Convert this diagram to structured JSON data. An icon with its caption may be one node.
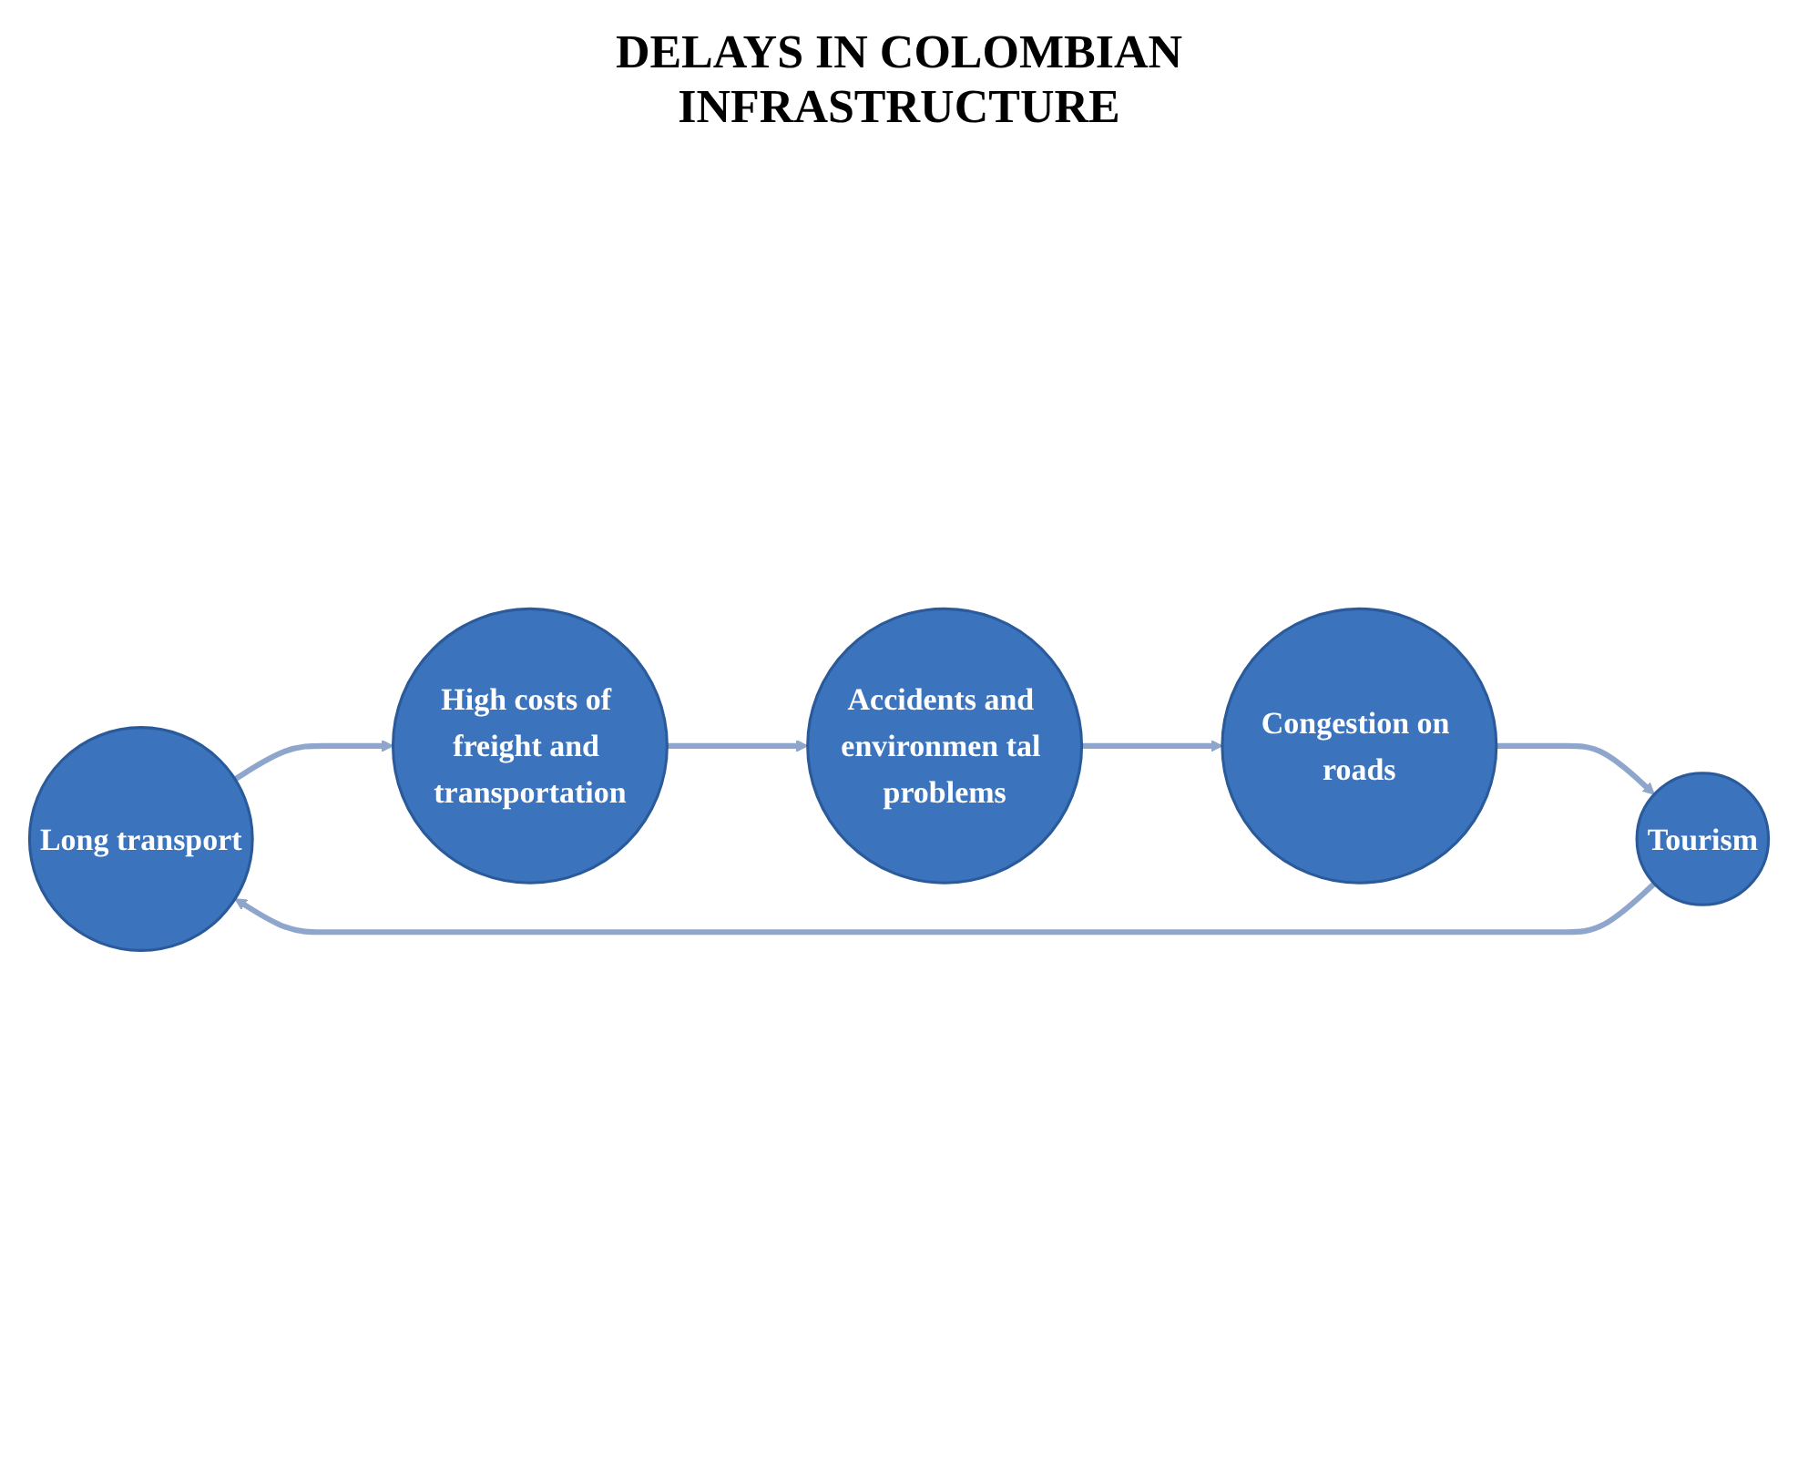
{
  "diagram": {
    "title": "DELAYS IN COLOMBIAN INFRASTRUCTURE",
    "nodes": [
      {
        "text": [
          "Long transport"
        ]
      },
      {
        "text": [
          "High costs of freight and transportation"
        ]
      },
      {
        "text": [
          "Accidents and environmen tal problems"
        ]
      },
      {
        "text": [
          "Congestion on roads"
        ]
      },
      {
        "text": [
          "Tourism"
        ]
      }
    ],
    "edges": [
      {
        "from": 0,
        "to": 1,
        "arrow": "to"
      },
      {
        "from": 1,
        "to": 2,
        "arrow": "to"
      },
      {
        "from": 2,
        "to": 3,
        "arrow": "to"
      },
      {
        "from": 3,
        "to": 4,
        "arrow": "to"
      },
      {
        "from": 4,
        "to": 0,
        "arrow": "to"
      }
    ]
  }
}
